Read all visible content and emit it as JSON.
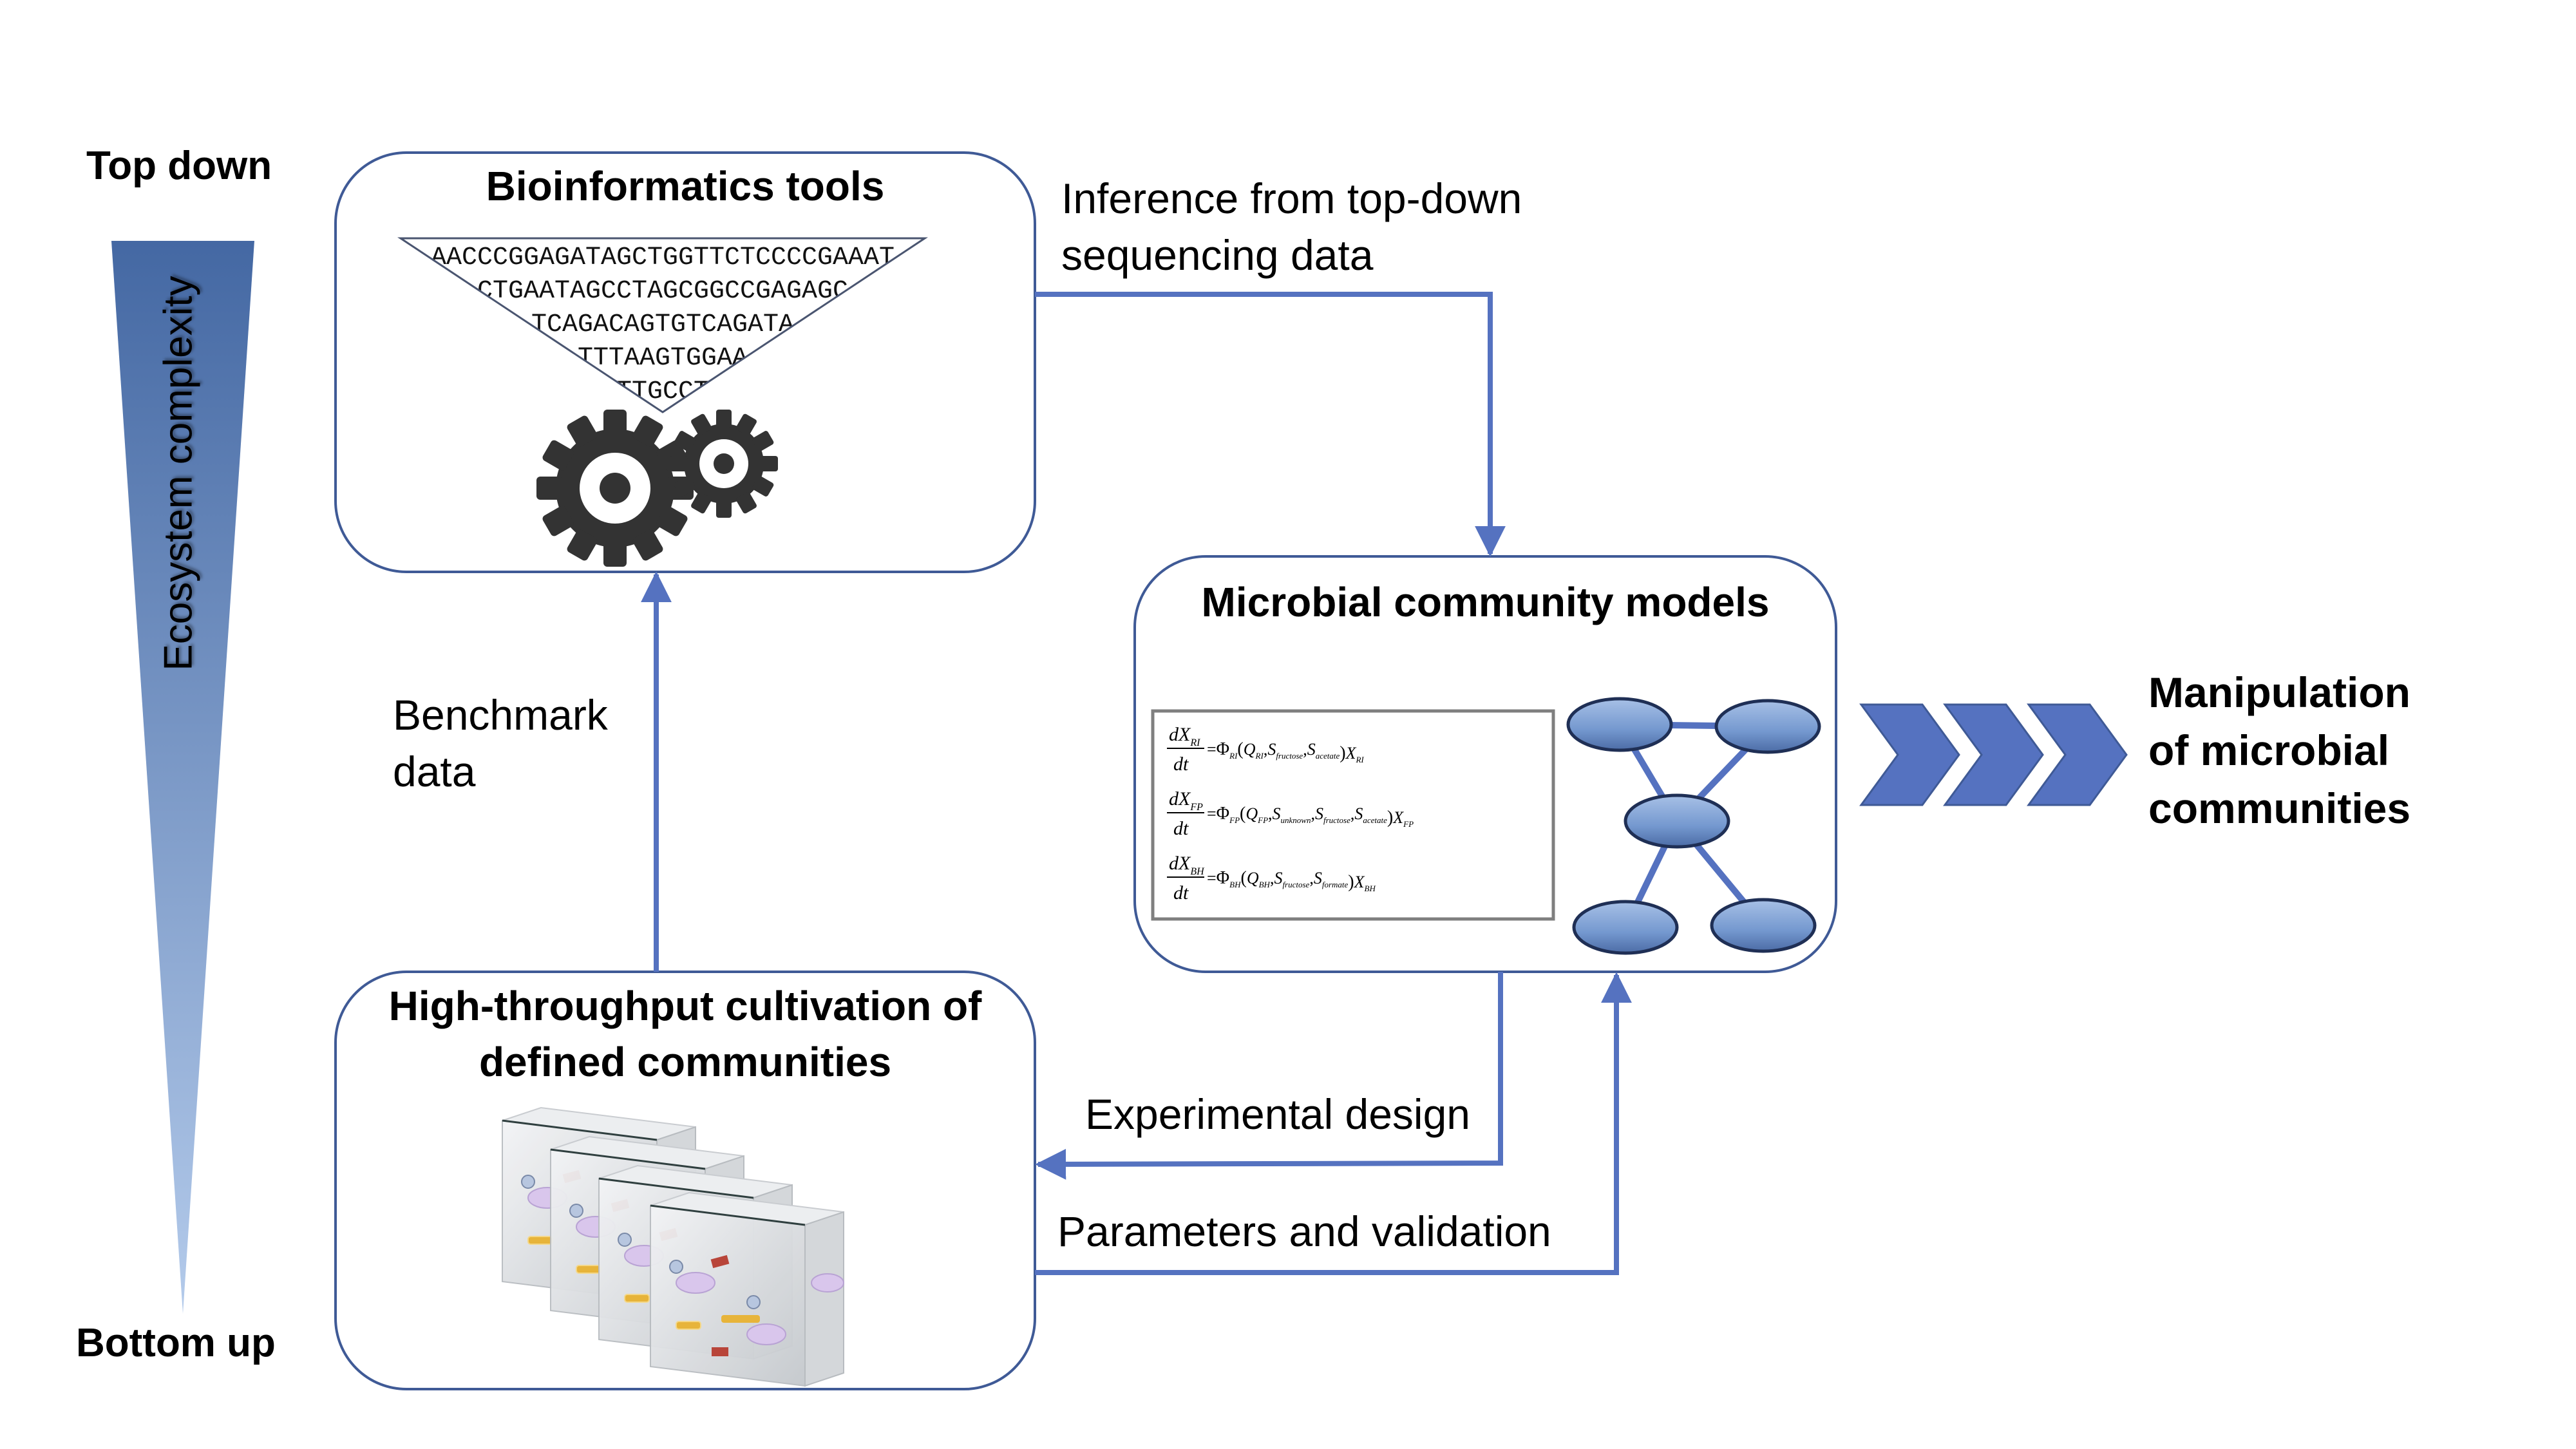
{
  "axis": {
    "top_label": "Top down",
    "bottom_label": "Bottom up",
    "gradient_label": "Ecosystem complexity",
    "colors": {
      "top": "#4468a3",
      "bottom": "#aac4e8"
    }
  },
  "boxes": {
    "bioinformatics": {
      "title": "Bioinformatics tools",
      "dna_lines": [
        "AACCCGGAGATAGCTGGTTCTCCCCGAAAT",
        "CTGAATAGCCTAGCGGCCGAGAGC",
        "TCAGACAGTGTCAGATA",
        "TTTAAGTGGAA",
        "TTGCCT"
      ],
      "icon": "gears-icon"
    },
    "models": {
      "title": "Microbial community models",
      "equations": [
        {
          "species": "RI",
          "args": [
            "Q_RI",
            "S_fructose",
            "S_acetate"
          ]
        },
        {
          "species": "FP",
          "args": [
            "Q_FP",
            "S_unknown",
            "S_fructose",
            "S_acetate"
          ]
        },
        {
          "species": "BH",
          "args": [
            "Q_BH",
            "S_fructose",
            "S_formate"
          ]
        }
      ],
      "network": {
        "nodes": [
          "n1",
          "n2",
          "n3",
          "n4",
          "n5"
        ],
        "edges": [
          [
            "n1",
            "n2"
          ],
          [
            "n1",
            "n3"
          ],
          [
            "n2",
            "n3"
          ],
          [
            "n3",
            "n4"
          ],
          [
            "n3",
            "n5"
          ]
        ]
      }
    },
    "cultivation": {
      "title_line1": "High-throughput cultivation of",
      "title_line2": "defined communities",
      "icon": "culture-cubes-icon"
    }
  },
  "arrows": {
    "inference": {
      "line1": "Inference from top-down",
      "line2": "sequencing data"
    },
    "benchmark": {
      "line1": "Benchmark",
      "line2": "data"
    },
    "experimental_design": "Experimental design",
    "parameters_validation": "Parameters and validation"
  },
  "outcome": {
    "line1": "Manipulation",
    "line2": "of microbial",
    "line3": "communities"
  },
  "colors": {
    "box_border": "#3f5a96",
    "arrow": "#5572c0",
    "chevron": "#5572c0",
    "node_top": "#a3bde3",
    "node_bottom": "#4a6aa3",
    "gear": "#333333"
  }
}
